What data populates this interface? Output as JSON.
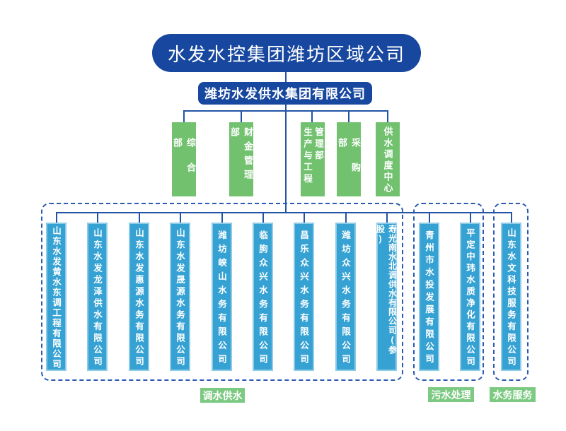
{
  "root": {
    "title": "水发水控集团潍坊区域公司"
  },
  "parent_company": {
    "title": "潍坊水发供水集团有限公司"
  },
  "departments": [
    {
      "label": "综合部"
    },
    {
      "label": "财金管理部"
    },
    {
      "label": "生产与工程管理部",
      "lines": [
        "生产与工程",
        "管理部"
      ]
    },
    {
      "label": "采购部"
    },
    {
      "label": "供水调度中心"
    }
  ],
  "groups": [
    {
      "label": "调水供水",
      "companies": [
        "山东水发黄水东调工程有限公司",
        "山东水发龙泽供水有限公司",
        "山东水发惠源水务有限公司",
        "山东水发晟源水务有限公司",
        "潍坊峡山水务有限公司",
        "临朐众兴水务有限公司",
        "昌乐众兴水务有限公司",
        "潍坊众兴水务有限公司",
        "寿光南水北调供水有限公司(参股)"
      ]
    },
    {
      "label": "污水处理",
      "companies": [
        "青州市水投发展有限公司",
        "平定中玮水质净化有限公司"
      ]
    },
    {
      "label": "水务服务",
      "companies": [
        "山东水文科技服务有限公司"
      ]
    }
  ],
  "colors": {
    "navy": "#17479E",
    "line_blue": "#2254A6",
    "dash_blue": "#2A5AB2",
    "department_green": "#72C16F",
    "label_green": "#7CC981",
    "company_blue": "#36A2D3",
    "company_border": "#8ECBE6"
  }
}
